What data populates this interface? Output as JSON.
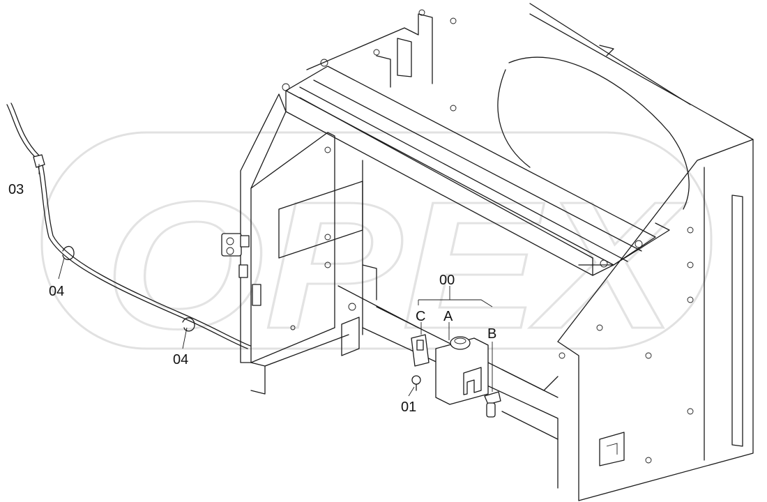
{
  "labels": {
    "part_00": "00",
    "part_01": "01",
    "part_03": "03",
    "part_04a": "04",
    "part_04b": "04",
    "sub_a": "A",
    "sub_b": "B",
    "sub_c": "C"
  },
  "watermark": {
    "logo_text": "OPEX"
  },
  "colors": {
    "line": "#1a1a1a",
    "watermark": "#c8c8c8"
  }
}
